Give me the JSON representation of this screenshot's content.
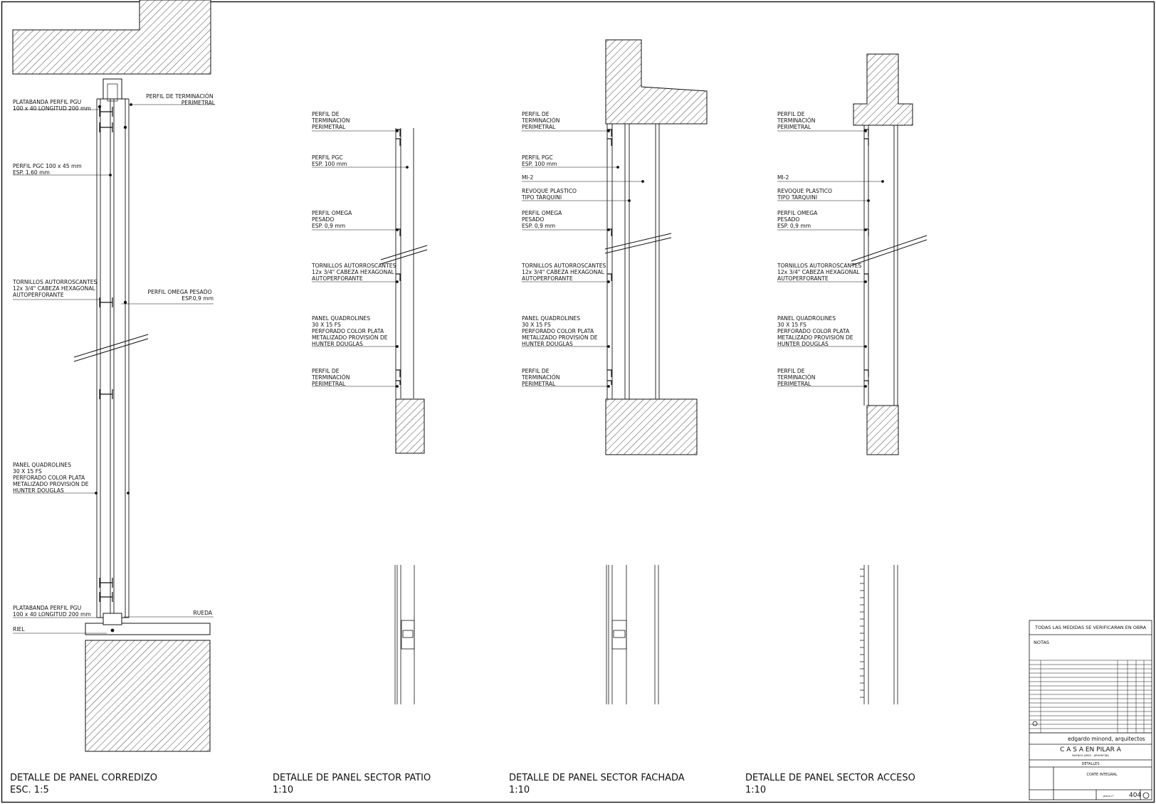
{
  "details": [
    {
      "id": "corredizo",
      "title": "DETALLE DE PANEL CORREDIZO",
      "scale": "ESC.  1:5",
      "labels": {
        "platabanda_top": [
          "PLATABANDA PERFIL PGU",
          "100 x 40 LONGITUD 200 mm"
        ],
        "perfil_terminacion": [
          "PERFIL DE TERMINACIÓN",
          "PERIMETRAL"
        ],
        "perfil_pgc": [
          "PERFIL PGC 100 x 45 mm",
          "ESP.  1,60 mm"
        ],
        "tornillos": [
          "TORNILLOS AUTORROSCANTES",
          "12x 3/4\"  CABEZA HEXAGONAL",
          "AUTOPERFORANTE"
        ],
        "perfil_omega": [
          "PERFIL OMEGA PESADO",
          "ESP.0,9 mm"
        ],
        "panel": [
          "PANEL QUADROLINES",
          "30 X 15 FS",
          "PERFORADO COLOR PLATA",
          "METALIZADO PROVISIÓN DE",
          "HUNTER DOUGLAS"
        ],
        "platabanda_bottom": [
          "PLATABANDA PERFIL PGU",
          "100 x 40 LONGITUD 200 mm"
        ],
        "rueda": "RUEDA",
        "riel": "RIEL"
      }
    },
    {
      "id": "patio",
      "title": "DETALLE DE PANEL SECTOR PATIO",
      "scale": "1:10",
      "labels": {
        "term_top": [
          "PERFIL DE",
          "TERMINACIÓN",
          "PERIMETRAL"
        ],
        "pgc": [
          "PERFIL PGC",
          "ESP.  100 mm"
        ],
        "omega": [
          "PERFIL OMEGA",
          "PESADO",
          "ESP.   0,9 mm"
        ],
        "tornillos": [
          "TORNILLOS AUTORROSCANTES",
          "12x 3/4\"  CABEZA HEXAGONAL",
          "AUTOPERFORANTE"
        ],
        "panel": [
          "PANEL QUADROLINES",
          "30 X 15 FS",
          "PERFORADO COLOR PLATA",
          "METALIZADO PROVISIÓN DE",
          "HUNTER DOUGLAS"
        ],
        "term_bottom": [
          "PERFIL DE",
          "TERMINACIÓN",
          "PERIMETRAL"
        ]
      }
    },
    {
      "id": "fachada",
      "title": "DETALLE DE PANEL SECTOR FACHADA",
      "scale": "1:10",
      "labels": {
        "term_top": [
          "PERFIL DE",
          "TERMINACIÓN",
          "PERIMETRAL"
        ],
        "pgc": [
          "PERFIL PGC",
          "ESP.  100 mm"
        ],
        "mi2": [
          "MI-2"
        ],
        "revoque": [
          "REVOQUE PLASTICO",
          "TIPO TARQUINI"
        ],
        "omega": [
          "PERFIL OMEGA",
          "PESADO",
          "ESP.   0,9 mm"
        ],
        "tornillos": [
          "TORNILLOS AUTORROSCANTES",
          "12x 3/4\"  CABEZA HEXAGONAL",
          "AUTOPERFORANTE"
        ],
        "panel": [
          "PANEL QUADROLINES",
          "30 X 15 FS",
          "PERFORADO COLOR PLATA",
          "METALIZADO PROVISIÓN DE",
          "HUNTER DOUGLAS"
        ],
        "term_bottom": [
          "PERFIL DE",
          "TERMINACIÓN",
          "PERIMETRAL"
        ]
      }
    },
    {
      "id": "acceso",
      "title": "DETALLE DE PANEL SECTOR ACCESO",
      "scale": "1:10",
      "labels": {
        "term_top": [
          "PERFIL DE",
          "TERMINACIÓN",
          "PERIMETRAL"
        ],
        "mi2": [
          "MI-2"
        ],
        "revoque": [
          "REVOQUE PLASTICO",
          "TIPO TARQUINI"
        ],
        "omega": [
          "PERFIL OMEGA",
          "PESADO",
          "ESP.   0,9 mm"
        ],
        "tornillos": [
          "TORNILLOS AUTORROSCANTES",
          "12x 3/4\"  CABEZA HEXAGONAL",
          "AUTOPERFORANTE"
        ],
        "panel": [
          "PANEL QUADROLINES",
          "30 X 15 FS",
          "PERFORADO COLOR PLATA",
          "METALIZADO PROVISIÓN DE",
          "HUNTER DOUGLAS"
        ],
        "term_bottom": [
          "PERFIL DE",
          "TERMINACIÓN",
          "PERIMETRAL"
        ]
      }
    }
  ],
  "title_block": {
    "header": "TODAS LAS MEDIDAS SE VERIFICARAN EN OBRA",
    "notes": "NOTAS",
    "architect": "edgardo minond, arquitectos",
    "project": "C A S A    EN PILAR A",
    "location": "BUENOS AIRES - ARGENTINA",
    "section": "DETALLES",
    "drawing": "CORTE INTEGRAL",
    "plano_label": "plano n°",
    "plano_number": "404"
  }
}
